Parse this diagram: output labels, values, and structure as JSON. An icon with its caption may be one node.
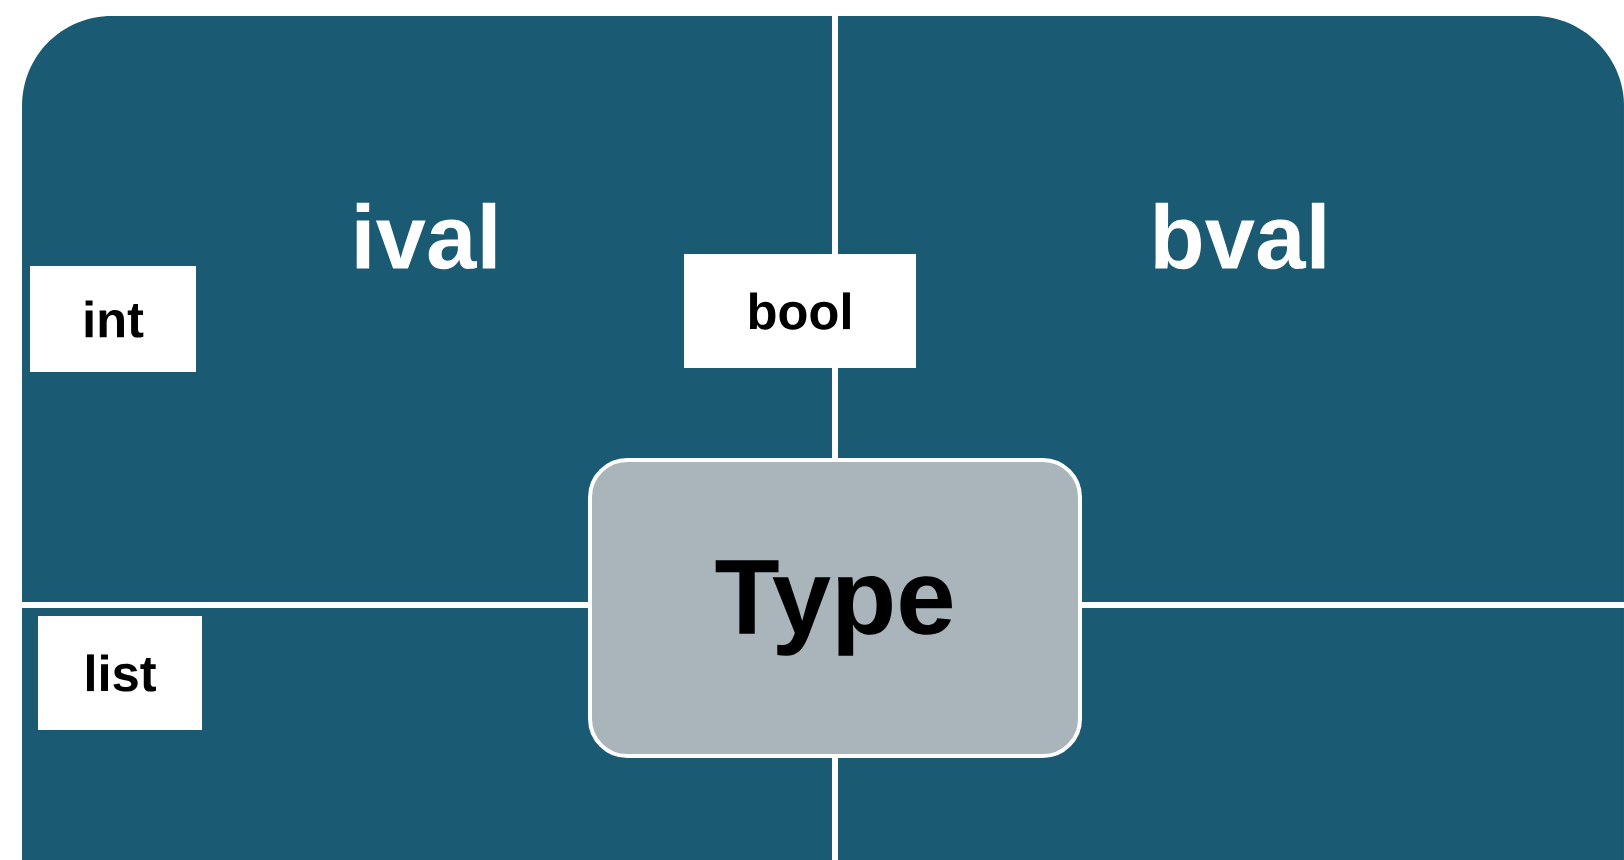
{
  "diagram": {
    "nodes": [
      {
        "text": [
          "ival"
        ]
      },
      {
        "text": [
          "bval"
        ]
      },
      {
        "text": [],
        "shape": "box"
      },
      {
        "text": [],
        "shape": "box"
      },
      {
        "text": [
          "int"
        ],
        "in": 0
      },
      {
        "text": [
          "bool"
        ]
      },
      {
        "text": [
          "list"
        ],
        "in": 2
      },
      {
        "text": [
          "Type"
        ]
      }
    ]
  }
}
